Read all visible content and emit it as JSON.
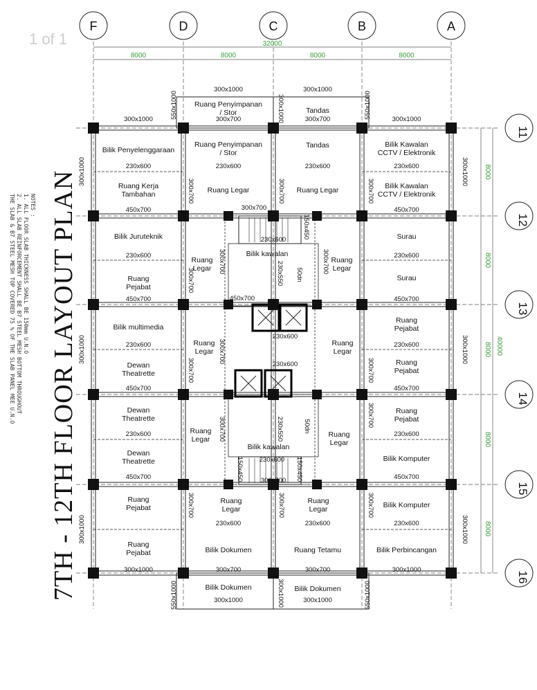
{
  "title": "7TH - 12TH FLOOR LAYOUT PLAN",
  "watermark": "1 of 1",
  "notes": {
    "heading": "NOTES :",
    "lines": [
      "1. ALL FLOOR SLAB THICKNESS SHALL BE 150mm U.N.O",
      "2. ALL SLAB REINFORCEMENT SHALL BE B7 STEEL MESH BOTTOM THROUGHOUT",
      "   THE SLAB & B7 STEEL MESH TOP COVERED 75 % OF THE SLAB PANEL MEE U.N.O"
    ]
  },
  "grid": {
    "columns": [
      "F",
      "D",
      "C",
      "B",
      "A"
    ],
    "rows": [
      "11",
      "12",
      "13",
      "14",
      "15",
      "16"
    ],
    "spans_x": [
      "8000",
      "8000",
      "8000",
      "8000"
    ],
    "total_x": "32000",
    "spans_y": [
      "8000",
      "8000",
      "8000",
      "8000",
      "8000"
    ],
    "total_y": "40000"
  },
  "colors": {
    "line": "#222222",
    "green_dim": "#3aa03a",
    "grid": "#555555",
    "column_fill": "#111111"
  },
  "rooms": {
    "top_ext_c1": "Ruang Penyimpanan\n/ Stor",
    "top_ext_c2": "Tandas",
    "r1_c0": "Bilik Penyelenggaraan",
    "r1_c1": "Ruang Penyimpanan\n/ Stor",
    "r1_c2": "Tandas",
    "r1_c3": "Bilik Kawalan\nCCTV / Elektronik",
    "r2_c0": "Ruang Kerja\nTambahan",
    "r2_c1": "Ruang Legar",
    "r2_c2": "Ruang Legar",
    "r2_c3": "Bilik Kawalan\nCCTV / Elektronik",
    "r3_c0": "Bilik Juruteknik",
    "r3_c3": "Surau",
    "r4_c0": "Ruang\nPejabat",
    "r4_c3": "Surau",
    "r34_c1": "Ruang\nLegar",
    "r34_c2": "Ruang\nLegar",
    "core_top": "Bilik kawalan",
    "r5_c0": "Bilik multimedia",
    "r5_c3": "Ruang\nPejabat",
    "r6_c0": "Dewan\nTheatrette",
    "r6_c3": "Ruang\nPejabat",
    "r56_c1": "Ruang\nLegar",
    "r56_c2": "Ruang\nLegar",
    "r7_c0": "Dewan\nTheatrette",
    "r7_c3": "Ruang\nPejabat",
    "r8_c0": "Dewan\nTheatrette",
    "r8_c3": "Bilik Komputer",
    "r78_c1": "Ruang\nLegar",
    "r78_c2": "Ruang\nLegar",
    "core_bottom": "Bilik kawalan",
    "r9_c0": "Ruang\nPejabat",
    "r9_c1": "Ruang\nLegar",
    "r9_c2": "Ruang\nLegar",
    "r9_c3": "Bilik Komputer",
    "r10_c0": "Ruang\nPejabat",
    "r10_c1": "Bilik Dokumen",
    "r10_c2": "Ruang Tetamu",
    "r10_c3": "Bilik Perbincangan",
    "bot_ext_c1": "Bilik Dokumen",
    "bot_ext_c2": "Bilik Dokumen"
  },
  "beam_labels": {
    "b_top_ext_1": "300x1000",
    "b_top_ext_2": "300x1000",
    "b_ext_side_left": "550x1000",
    "b_ext_mid": "300x1000",
    "b_ext_side_right": "550x1000",
    "b_ext_inner_1": "300x700",
    "b_ext_inner_2": "300x700",
    "b_row11_c0": "300x1000",
    "b_row11_c3": "300x1000",
    "b_230x600": "230x600",
    "b_450x700": "450x700",
    "b_300x700": "300x700",
    "b_300x1000": "300x1000",
    "b_150x450": "150x450",
    "b_230x550": "230x550",
    "b_50dn": "50dn"
  }
}
